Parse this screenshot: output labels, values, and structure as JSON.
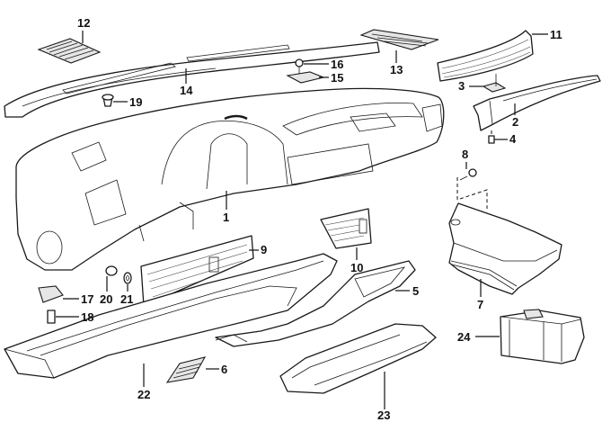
{
  "diagram": {
    "title": "Dashboard trim parts exploded view",
    "callouts": [
      {
        "id": "c1",
        "label": "1",
        "part": "instrument-panel"
      },
      {
        "id": "c2",
        "label": "2",
        "part": "right-trim-strip"
      },
      {
        "id": "c3",
        "label": "3",
        "part": "clip-nut"
      },
      {
        "id": "c4",
        "label": "4",
        "part": "screw"
      },
      {
        "id": "c5",
        "label": "5",
        "part": "center-console-trim"
      },
      {
        "id": "c6",
        "label": "6",
        "part": "vent-grille"
      },
      {
        "id": "c7",
        "label": "7",
        "part": "glove-box"
      },
      {
        "id": "c8",
        "label": "8",
        "part": "glove-box-screw"
      },
      {
        "id": "c9",
        "label": "9",
        "part": "wood-trim-panel"
      },
      {
        "id": "c10",
        "label": "10",
        "part": "wood-trim-cover"
      },
      {
        "id": "c11",
        "label": "11",
        "part": "wood-trim-strip"
      },
      {
        "id": "c12",
        "label": "12",
        "part": "left-speaker-grille"
      },
      {
        "id": "c13",
        "label": "13",
        "part": "right-speaker-grille"
      },
      {
        "id": "c14",
        "label": "14",
        "part": "dashboard-top-cover"
      },
      {
        "id": "c15",
        "label": "15",
        "part": "bracket"
      },
      {
        "id": "c16",
        "label": "16",
        "part": "bolt"
      },
      {
        "id": "c17",
        "label": "17",
        "part": "holder-clip"
      },
      {
        "id": "c18",
        "label": "18",
        "part": "bolt-lower"
      },
      {
        "id": "c19",
        "label": "19",
        "part": "plug"
      },
      {
        "id": "c20",
        "label": "20",
        "part": "spacer"
      },
      {
        "id": "c21",
        "label": "21",
        "part": "washer"
      },
      {
        "id": "c22",
        "label": "22",
        "part": "lower-knee-panel"
      },
      {
        "id": "c23",
        "label": "23",
        "part": "lower-trim-cover"
      },
      {
        "id": "c24",
        "label": "24",
        "part": "module-box"
      }
    ]
  }
}
